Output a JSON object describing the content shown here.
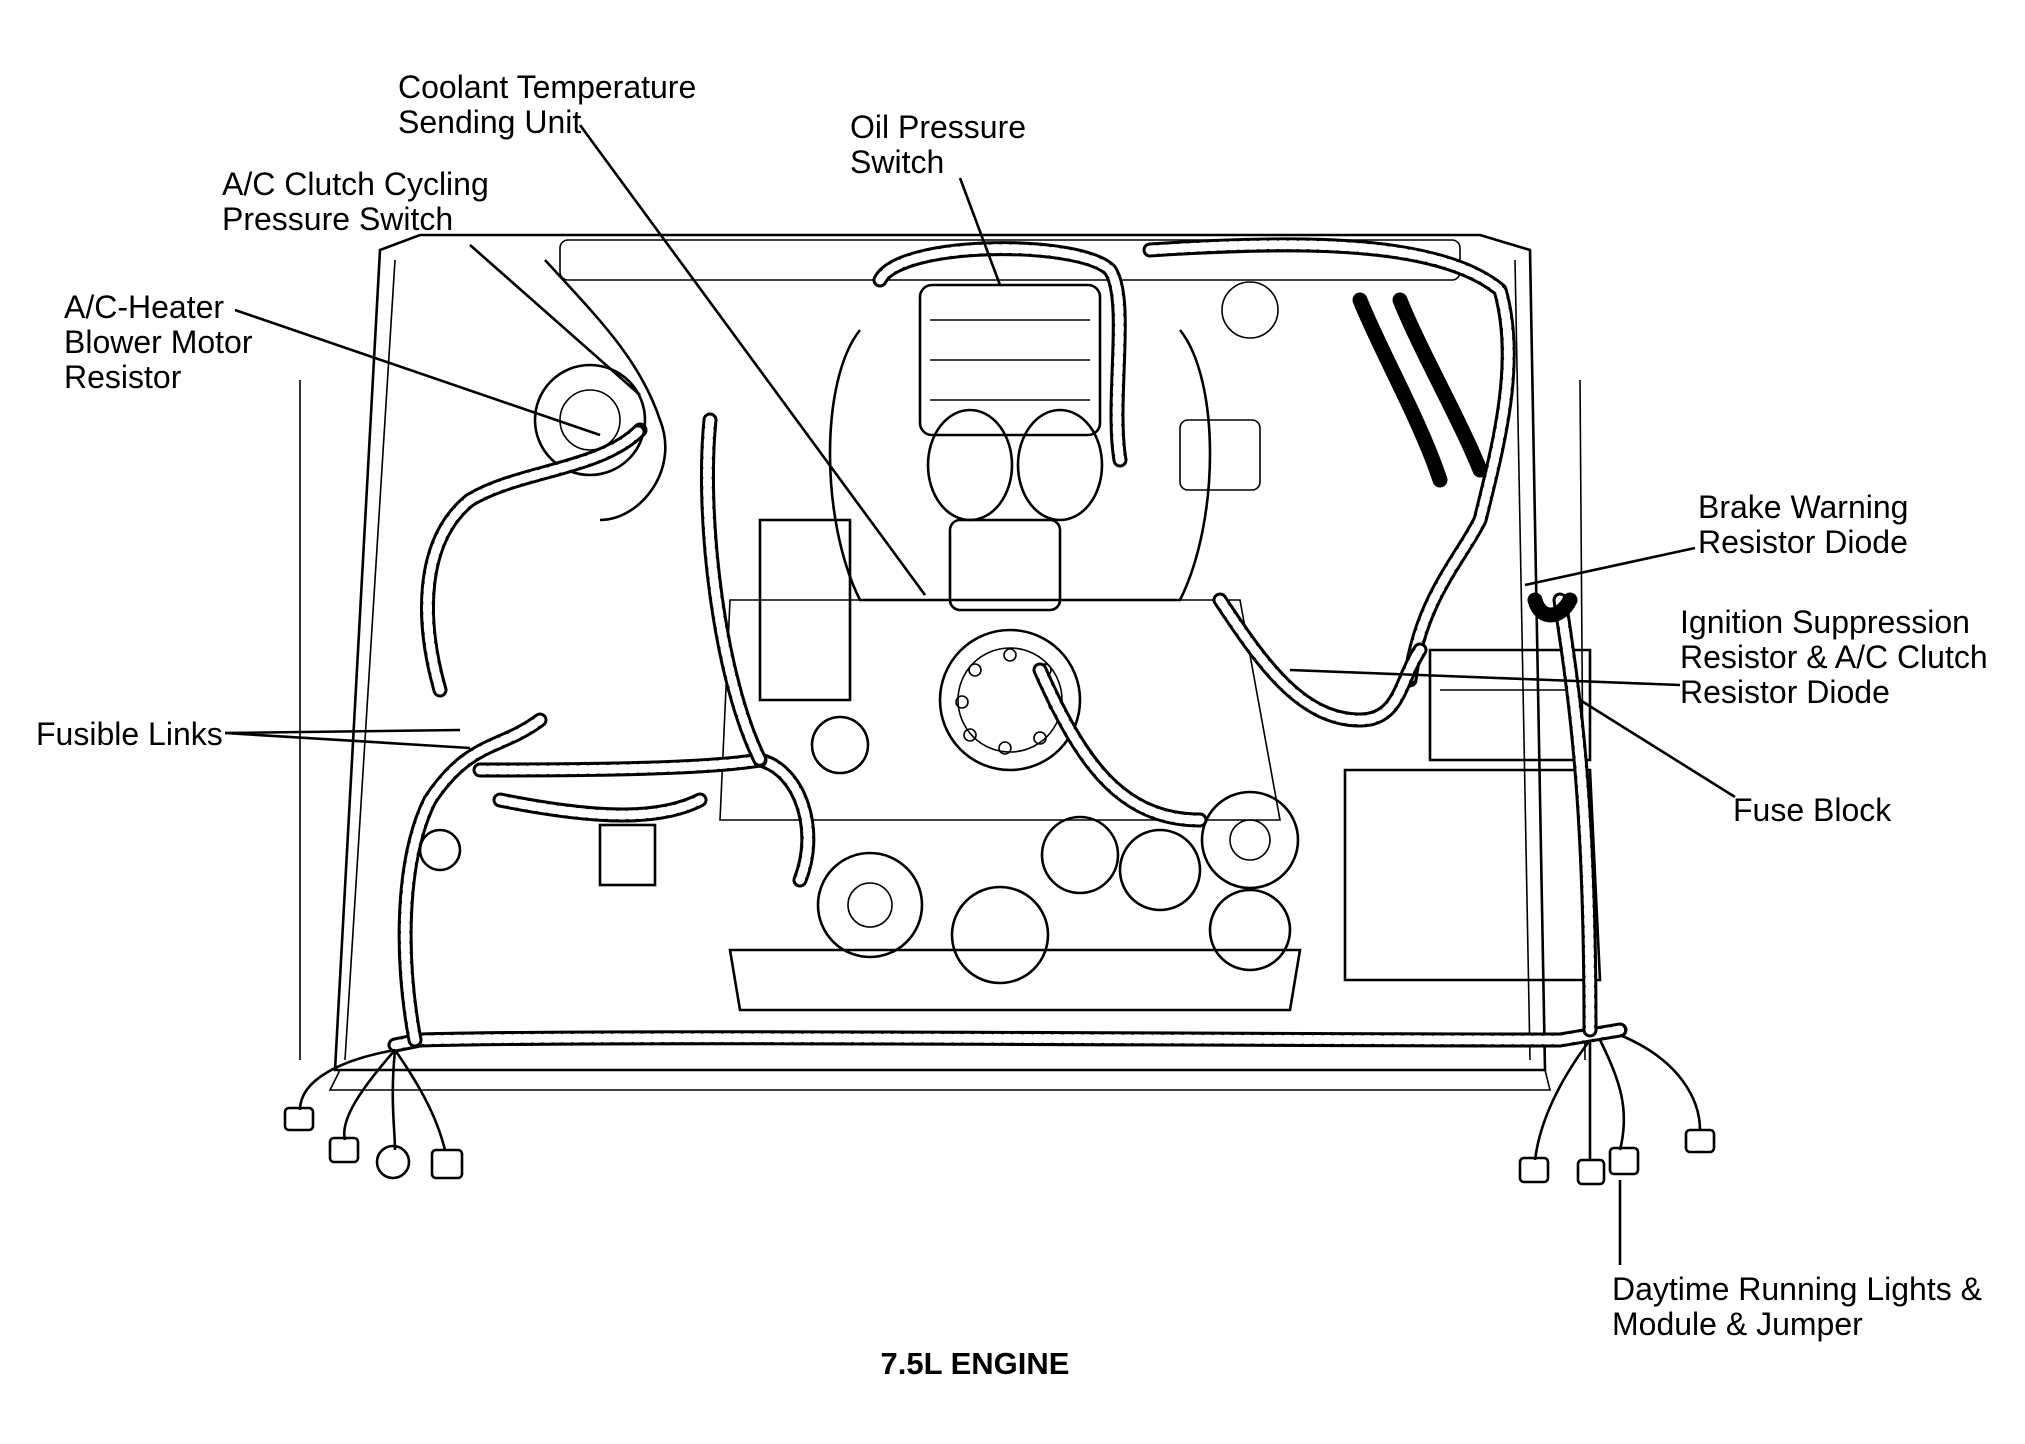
{
  "caption": "7.5L ENGINE",
  "labels": {
    "coolant_temp": [
      "Coolant Temperature",
      "Sending Unit"
    ],
    "oil_pressure": [
      "Oil Pressure",
      "Switch"
    ],
    "ac_clutch": [
      "A/C Clutch Cycling",
      "Pressure Switch"
    ],
    "ac_heater": [
      "A/C-Heater",
      "Blower Motor",
      "Resistor"
    ],
    "brake_warning": [
      "Brake Warning",
      "Resistor Diode"
    ],
    "ignition": [
      "Ignition Suppression",
      "Resistor & A/C Clutch",
      "Resistor Diode"
    ],
    "fusible": [
      "Fusible Links"
    ],
    "fuse_block": [
      "Fuse Block"
    ],
    "drl": [
      "Daytime Running Lights &",
      "Module & Jumper"
    ]
  }
}
